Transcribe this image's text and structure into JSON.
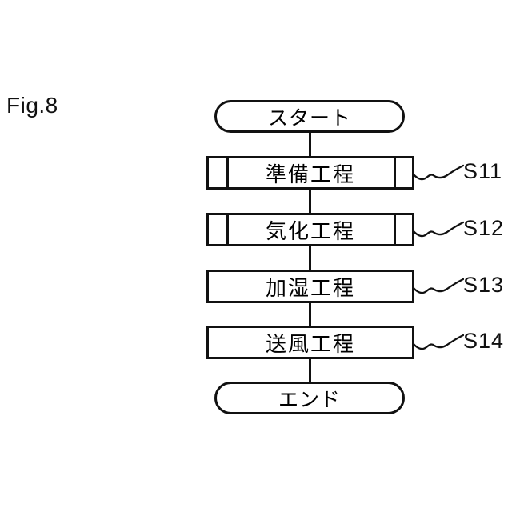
{
  "figure": {
    "label": "Fig.8"
  },
  "flowchart": {
    "start_label": "スタート",
    "end_label": "エンド",
    "steps": [
      {
        "label": "準備工程",
        "step_id": "S11",
        "shape": "predefined-process"
      },
      {
        "label": "気化工程",
        "step_id": "S12",
        "shape": "predefined-process"
      },
      {
        "label": "加湿工程",
        "step_id": "S13",
        "shape": "process"
      },
      {
        "label": "送風工程",
        "step_id": "S14",
        "shape": "process"
      }
    ],
    "colors": {
      "line": "#111111",
      "background": "#ffffff"
    }
  }
}
